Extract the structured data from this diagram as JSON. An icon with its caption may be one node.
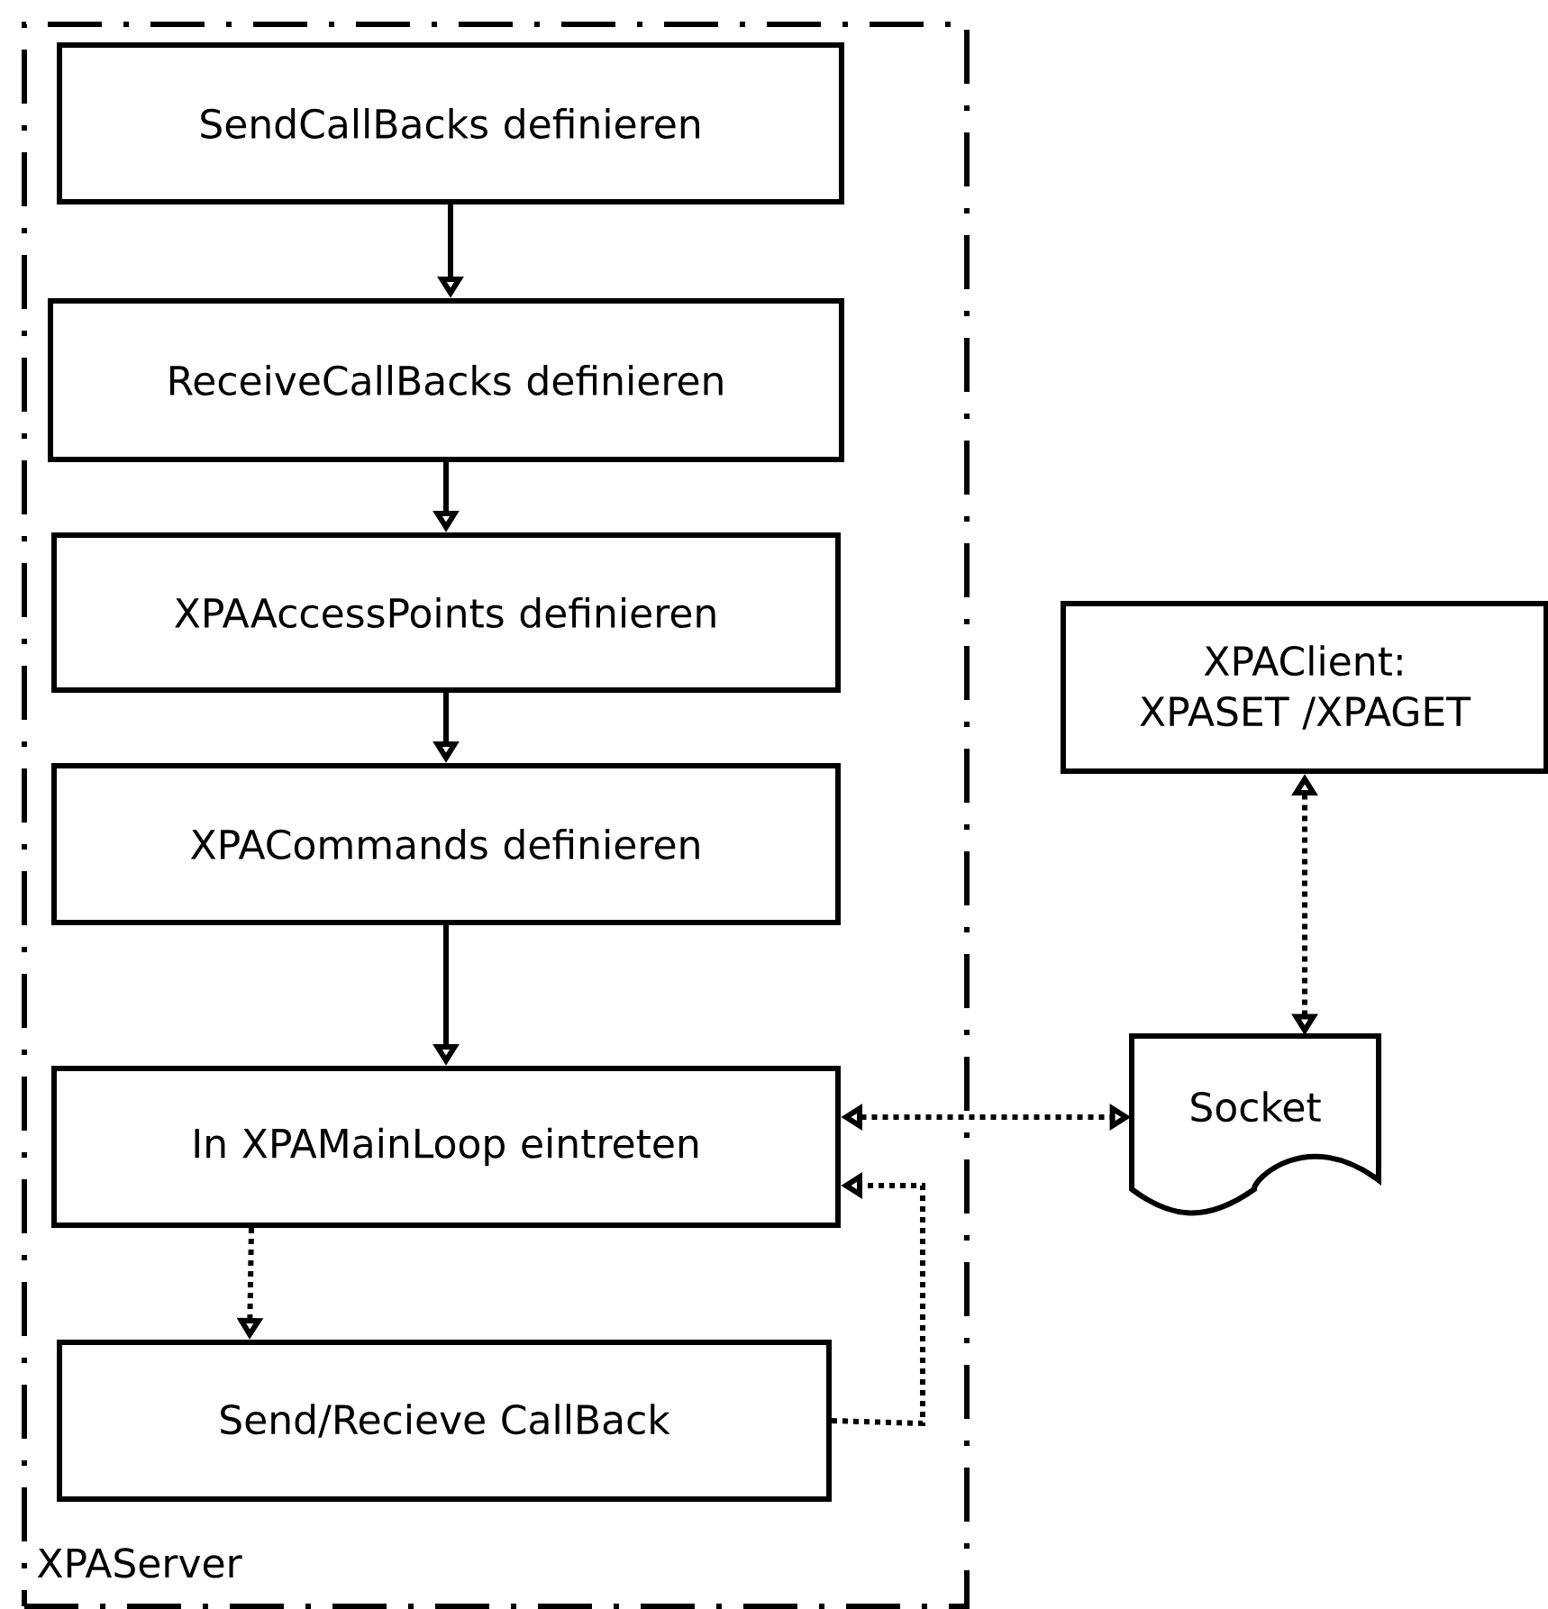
{
  "diagram": {
    "nodes": [
      {
        "text": [
          "XPAServer"
        ]
      },
      {
        "text": [
          "SendCallBacks definieren"
        ],
        "in": 0
      },
      {
        "text": [
          "ReceiveCallBacks definieren"
        ],
        "in": 0
      },
      {
        "text": [
          "XPAAccessPoints definieren"
        ],
        "in": 0
      },
      {
        "text": [
          "XPACommands definieren"
        ],
        "in": 0
      },
      {
        "text": [
          "In XPAMainLoop eintreten"
        ],
        "in": 0
      },
      {
        "text": [
          "Send/Recieve CallBack"
        ],
        "in": 0
      },
      {
        "text": [
          "XPAClient: XPASET /XPAGET"
        ]
      },
      {
        "text": [
          "Socket"
        ]
      }
    ],
    "edges": [
      {
        "from": 1,
        "to": 2,
        "arrow": "to"
      },
      {
        "from": 2,
        "to": 3,
        "arrow": "to"
      },
      {
        "from": 3,
        "to": 4,
        "arrow": "to"
      },
      {
        "from": 4,
        "to": 5,
        "arrow": "to"
      },
      {
        "from": 5,
        "to": 6,
        "arrow": "to",
        "style": "dashed"
      },
      {
        "from": 6,
        "to": 5,
        "arrow": "to",
        "style": "dashed"
      },
      {
        "from": 5,
        "to": 8,
        "arrow": "both",
        "style": "dashed"
      },
      {
        "from": 7,
        "to": 8,
        "arrow": "both",
        "style": "dashed"
      }
    ]
  }
}
